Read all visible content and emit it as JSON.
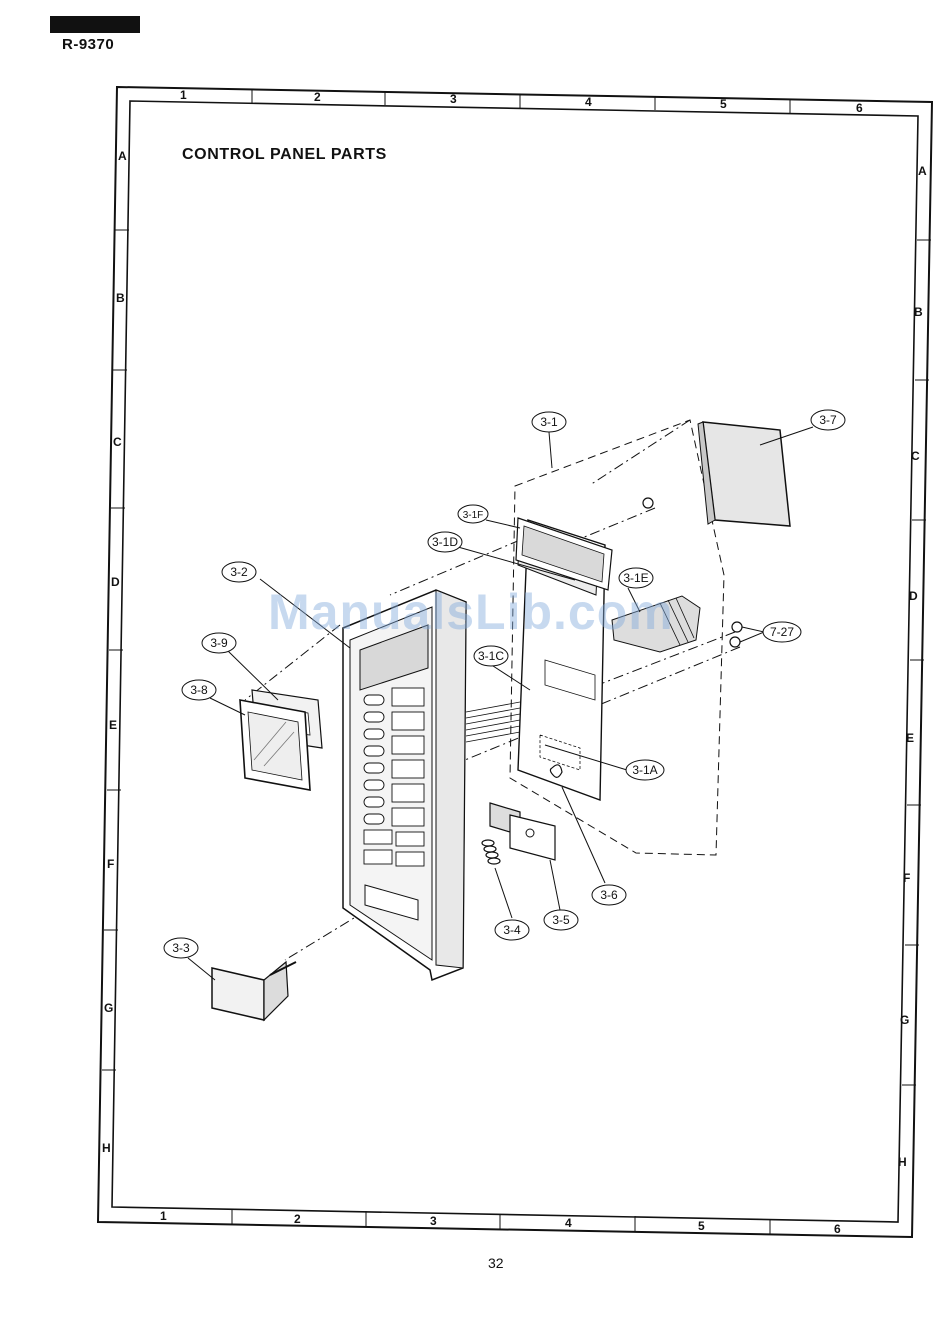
{
  "header": {
    "model": "R-9370"
  },
  "diagram": {
    "title": "CONTROL PANEL PARTS",
    "column_labels": [
      "1",
      "2",
      "3",
      "4",
      "5",
      "6"
    ],
    "row_labels": [
      "A",
      "B",
      "C",
      "D",
      "E",
      "F",
      "G",
      "H"
    ],
    "callouts": {
      "p3_1": "3-1",
      "p3_1A": "3-1A",
      "p3_1C": "3-1C",
      "p3_1D": "3-1D",
      "p3_1E": "3-1E",
      "p3_1F": "3-1F",
      "p3_2": "3-2",
      "p3_3": "3-3",
      "p3_4": "3-4",
      "p3_5": "3-5",
      "p3_6": "3-6",
      "p3_7": "3-7",
      "p3_8": "3-8",
      "p3_9": "3-9",
      "p7_27": "7-27"
    },
    "watermark": "ManualsLib.com"
  },
  "footer": {
    "page_number": "32"
  }
}
